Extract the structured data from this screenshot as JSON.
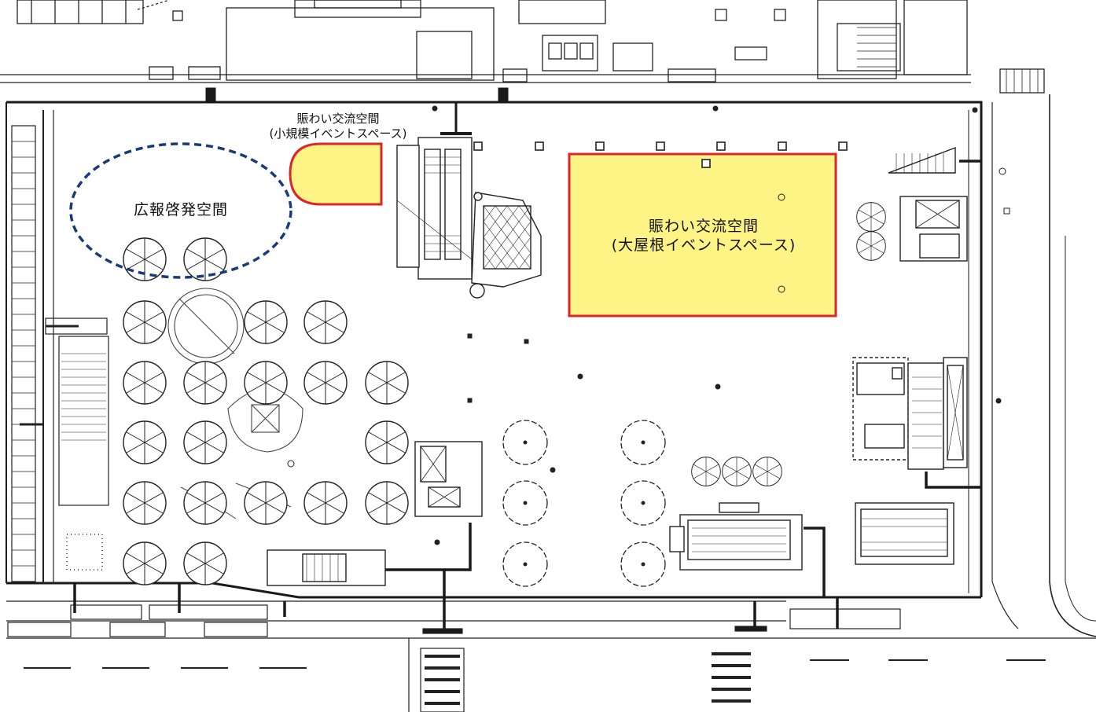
{
  "labels": {
    "small_event": {
      "title": "賑わい交流空間",
      "subtitle": "(小規模イベントスペース)"
    },
    "pr_space": {
      "title": "広報啓発空間"
    },
    "roof_event": {
      "title": "賑わい交流空間",
      "subtitle": "(大屋根イベントスペース)"
    }
  },
  "colors": {
    "event_fill": "#fdf485",
    "event_border": "#d9262a",
    "pr_dash": "#1b3a7a",
    "line": "#1a1a1a"
  },
  "icons": {
    "tree": "tree-icon",
    "column": "column-icon",
    "stair": "stair-icon",
    "elevator": "elevator-icon"
  }
}
